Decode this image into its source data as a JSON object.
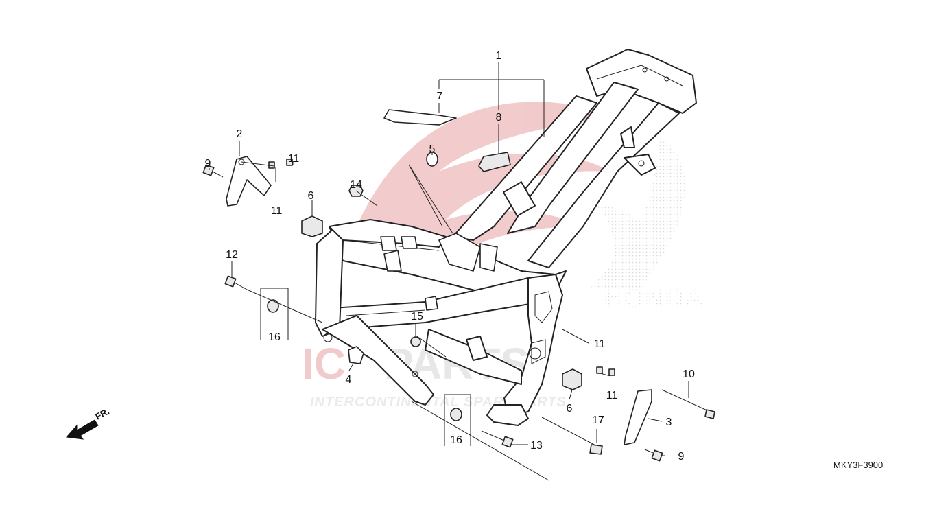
{
  "diagram_code": "MKY3F3900",
  "direction_label": "FR.",
  "watermark": {
    "brand_left": "IC",
    "brand_right": "PARTS",
    "tagline": "INTERCONTINENTAL SPARE PARTS",
    "emblem_text": "HONDA",
    "colors": {
      "red": "#d9363e",
      "grey": "#c8c8c8"
    }
  },
  "callouts": {
    "c1": "1",
    "c2": "2",
    "c3": "3",
    "c4": "4",
    "c5": "5",
    "c6a": "6",
    "c6b": "6",
    "c7": "7",
    "c8": "8",
    "c9a": "9",
    "c9b": "9",
    "c10": "10",
    "c11a": "11",
    "c11b": "11",
    "c11c": "11",
    "c11d": "11",
    "c12": "12",
    "c13": "13",
    "c14": "14",
    "c15": "15",
    "c16a": "16",
    "c16b": "16",
    "c17": "17"
  }
}
